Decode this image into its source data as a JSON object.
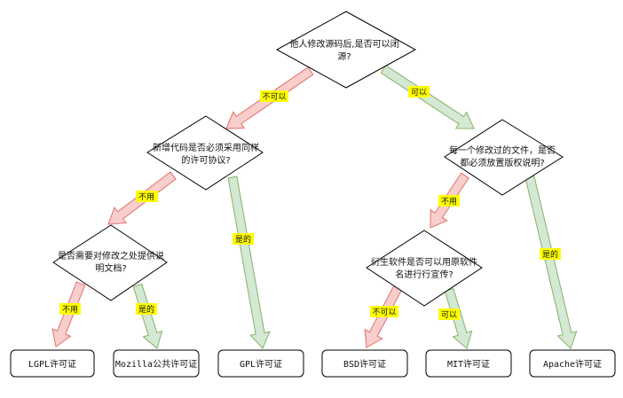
{
  "colors": {
    "node_stroke": "#000000",
    "node_fill": "#ffffff",
    "no_arrow_fill": "#f8cecc",
    "no_arrow_stroke": "#e0706a",
    "yes_arrow_fill": "#d5e8d4",
    "yes_arrow_stroke": "#82b366",
    "label_bg": "#ffff00"
  },
  "decisions": {
    "root": {
      "line1": "他人修改源码后,是否可以闭",
      "line2": "源?"
    },
    "same_license": {
      "line1": "新增代码是否必须采用同样",
      "line2": "的许可协议?"
    },
    "doc_changes": {
      "line1": "是否需要对修改之处提供说",
      "line2": "明文档?"
    },
    "copyright_note": {
      "line1": "每一个修改过的文件，是否",
      "line2": "都必须放置版权说明?"
    },
    "derived_name": {
      "line1": "衍生软件是否可以用原软件",
      "line2": "名进行行宣传?"
    }
  },
  "licenses": {
    "lgpl": "LGPL许可证",
    "mozilla": "Mozilla公共许可证",
    "gpl": "GPL许可证",
    "bsd": "BSD许可证",
    "mit": "MIT许可证",
    "apache": "Apache许可证"
  },
  "edge_labels": {
    "root_no": "不可以",
    "root_yes": "可以",
    "same_no": "不用",
    "same_yes": "是的",
    "doc_no": "不用",
    "doc_yes": "是的",
    "copyright_no": "不用",
    "copyright_yes": "是的",
    "derived_no": "不可以",
    "derived_yes": "可以"
  }
}
